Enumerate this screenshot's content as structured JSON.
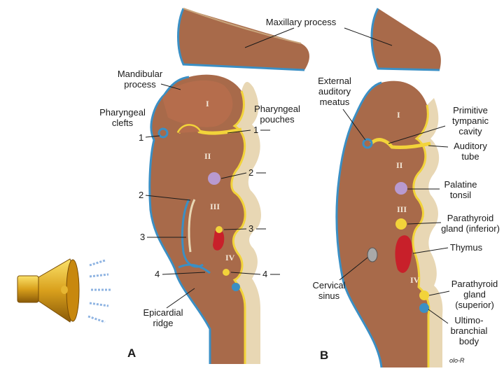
{
  "panel_a": {
    "letter": "A",
    "maxillary": "Maxillary process",
    "mandibular": [
      "Mandibular",
      "process"
    ],
    "clefts": [
      "Pharyngeal",
      "clefts"
    ],
    "pouches": [
      "Pharyngeal",
      "pouches"
    ],
    "epicardial": [
      "Epicardial",
      "ridge"
    ],
    "arches": [
      "I",
      "II",
      "III",
      "IV"
    ],
    "cleft_numbers": [
      "1",
      "2",
      "3",
      "4"
    ],
    "pouch_numbers": [
      "1",
      "2",
      "3",
      "4"
    ]
  },
  "panel_b": {
    "letter": "B",
    "maxillary": "Maxillary process",
    "external": [
      "External",
      "auditory",
      "meatus"
    ],
    "tympanic": [
      "Primitive",
      "tympanic",
      "cavity"
    ],
    "auditory_tube": [
      "Auditory",
      "tube"
    ],
    "palatine": [
      "Palatine",
      "tonsil"
    ],
    "parathyroid_inferior": [
      "Parathyroid",
      "gland (inferior)"
    ],
    "thymus": "Thymus",
    "cervical": [
      "Cervical",
      "sinus"
    ],
    "parathyroid_superior": [
      "Parathyroid",
      "gland",
      "(superior)"
    ],
    "ultimo": [
      "Ultimo-",
      "branchial",
      "body"
    ],
    "arches": [
      "I",
      "II",
      "III",
      "IV"
    ],
    "signature": "olo-R"
  },
  "colors": {
    "tissue": "#a86a4a",
    "ectoderm": "#3b8fc4",
    "endoderm": "#f2d33a",
    "pouch_lining": "#e8d7b4",
    "palatine_tonsil": "#b89ad0",
    "thymus": "#c8202a",
    "parathyroid": "#f2d33a",
    "ultimobranchial": "#3b8fc4",
    "cervical_sinus": "#a9a9a9"
  },
  "icon": "speaker-icon"
}
